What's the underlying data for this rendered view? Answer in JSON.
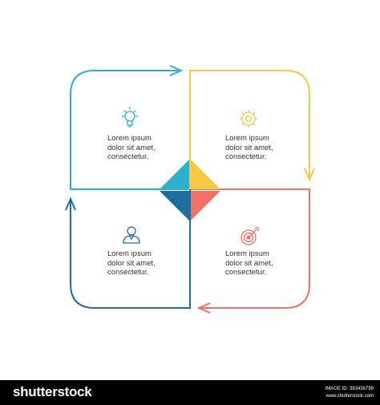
{
  "colors": {
    "top_left": "#2BB0D0",
    "top_right": "#F6C843",
    "bottom_right": "#F0706A",
    "bottom_left": "#1E6EA0",
    "icon_gray": "#6F7A85",
    "text": "#333333"
  },
  "quadrants": [
    {
      "id": "top-left",
      "icon": "lightbulb-icon",
      "lines": [
        "Lorem ipsum",
        "dolor sit amet,",
        "consectetur."
      ]
    },
    {
      "id": "top-right",
      "icon": "gear-icon",
      "lines": [
        "Lorem ipsum",
        "dolor sit amet,",
        "consectetur."
      ]
    },
    {
      "id": "bottom-left",
      "icon": "person-icon",
      "lines": [
        "Lorem ipsum",
        "dolor sit amet,",
        "consectetur."
      ]
    },
    {
      "id": "bottom-right",
      "icon": "target-icon",
      "lines": [
        "Lorem ipsum",
        "dolor sit amet,",
        "consectetur."
      ]
    }
  ],
  "footer": {
    "brand": "shutterstock",
    "image_id": "IMAGE ID: 393438799",
    "site": "www.shutterstock.com"
  }
}
